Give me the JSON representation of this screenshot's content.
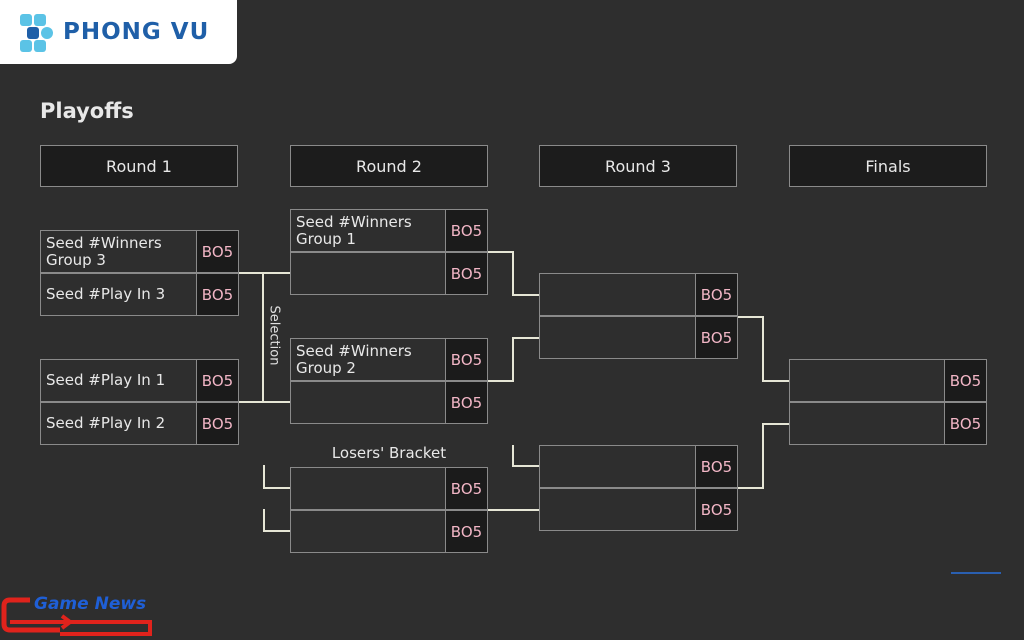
{
  "brand": {
    "name": "PHONG VU",
    "color": "#1f5fa8"
  },
  "page_title": "Playoffs",
  "rounds": [
    "Round 1",
    "Round 2",
    "Round 3",
    "Finals"
  ],
  "round1": [
    {
      "team": "Seed #Winners Group 3",
      "format": "BO5"
    },
    {
      "team": "Seed #Play In 3",
      "format": "BO5"
    },
    {
      "team": "Seed #Play In 1",
      "format": "BO5"
    },
    {
      "team": "Seed #Play In 2",
      "format": "BO5"
    }
  ],
  "round2": [
    {
      "team": "Seed #Winners Group 1",
      "format": "BO5"
    },
    {
      "team": "",
      "format": "BO5"
    },
    {
      "team": "Seed #Winners Group 2",
      "format": "BO5"
    },
    {
      "team": "",
      "format": "BO5"
    }
  ],
  "selection_label": "Selection",
  "losers_bracket": {
    "label": "Losers' Bracket",
    "slots": [
      {
        "team": "",
        "format": "BO5"
      },
      {
        "team": "",
        "format": "BO5"
      }
    ]
  },
  "round3": [
    {
      "team": "",
      "format": "BO5"
    },
    {
      "team": "",
      "format": "BO5"
    },
    {
      "team": "",
      "format": "BO5"
    },
    {
      "team": "",
      "format": "BO5"
    }
  ],
  "finals": [
    {
      "team": "",
      "format": "BO5"
    },
    {
      "team": "",
      "format": "BO5"
    }
  ],
  "watermark": {
    "text": "Game News",
    "color": "#1f5fd6",
    "accent": "#e0231c"
  },
  "colors": {
    "background": "#2e2e2e",
    "format_text": "#f2b6c6",
    "line": "#e6e6d6"
  }
}
